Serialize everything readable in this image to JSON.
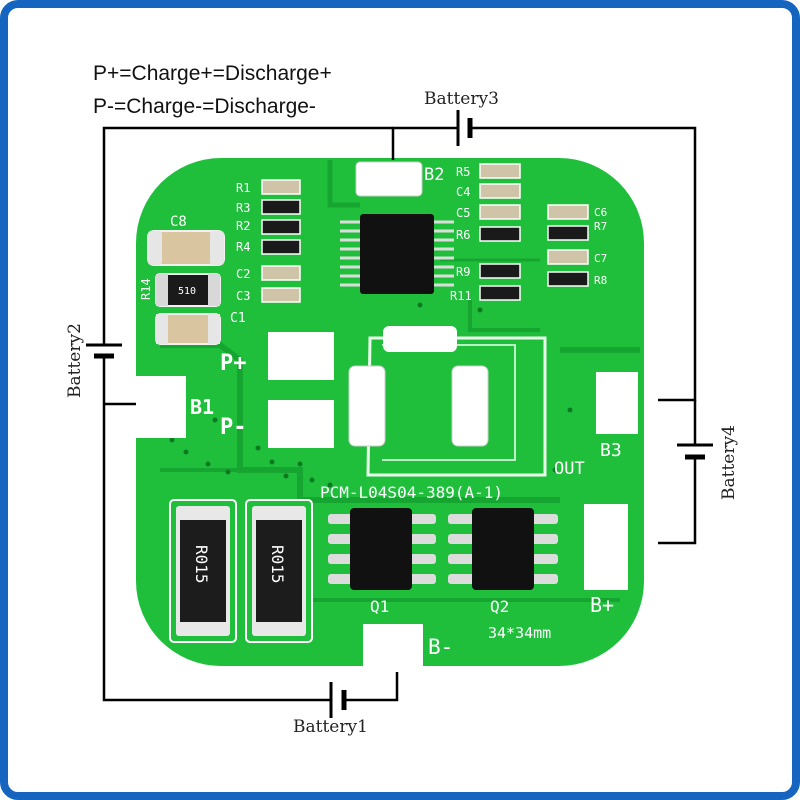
{
  "legend": {
    "line1": "P+=Charge+=Discharge+",
    "line2": "P-=Charge-=Discharge-"
  },
  "batteries": {
    "b1": "Battery1",
    "b2": "Battery2",
    "b3": "Battery3",
    "b4": "Battery4"
  },
  "pcb": {
    "model": "PCM-L04S04-389(A-1)",
    "size": "34*34mm",
    "color": "#1fbf3c",
    "pads": {
      "p_plus": "P+",
      "p_minus": "P-",
      "b1": "B1",
      "b2": "B2",
      "b3": "B3",
      "b_plus": "B+",
      "b_minus": "B-",
      "out": "OUT"
    },
    "components": {
      "c8": "C8",
      "r14": "R14",
      "c1": "C1",
      "r1": "R1",
      "r3": "R3",
      "r2": "R2",
      "r4": "R4",
      "c2": "C2",
      "c3": "C3",
      "r5": "R5",
      "c4": "C4",
      "c5": "C5",
      "r6": "R6",
      "r9": "R9",
      "r11": "R11",
      "c6": "C6",
      "r7": "R7",
      "c7": "C7",
      "r8": "R8",
      "q1": "Q1",
      "q2": "Q2",
      "shunt": "R015",
      "r14_marking": "510"
    }
  },
  "frame": {
    "border_color": "#1565c0"
  }
}
